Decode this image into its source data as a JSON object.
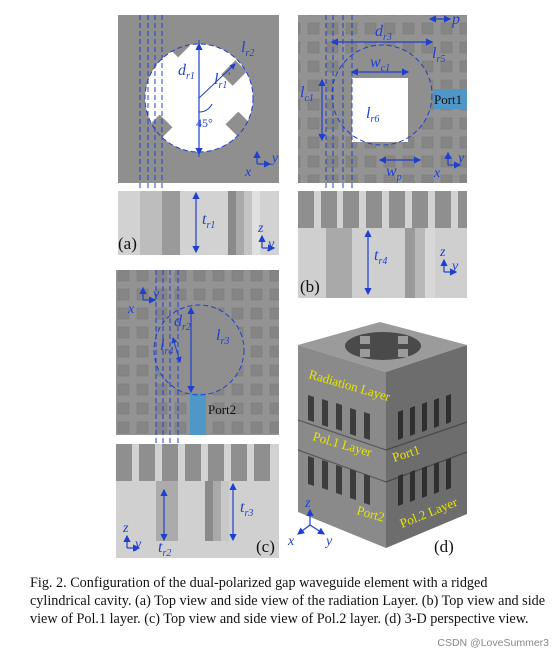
{
  "panels": {
    "a": {
      "label": "(a)",
      "dims": {
        "d": "d",
        "d_sub": "r1",
        "l_main": "l",
        "l_main_sub": "r2",
        "l_small": "l",
        "l_small_sub": "r1",
        "prime": "'",
        "angle": "45°",
        "t": "t",
        "t_sub": "r1"
      },
      "axes": {
        "x": "x",
        "y": "y",
        "z": "z",
        "y2": "y"
      }
    },
    "b": {
      "label": "(b)",
      "dims": {
        "d": "d",
        "d_sub": "r3",
        "p": "p",
        "l_r5": "l",
        "l_r5_sub": "r5",
        "w_c1": "w",
        "w_c1_sub": "c1",
        "l_c1": "l",
        "l_c1_sub": "c1",
        "l_r6": "l",
        "l_r6_sub": "r6",
        "w_p": "w",
        "w_p_sub": "p",
        "t": "t",
        "t_sub": "r4"
      },
      "port": "Port1",
      "axes": {
        "x": "x",
        "y": "y",
        "z": "z",
        "y2": "y"
      }
    },
    "c": {
      "label": "(c)",
      "dims": {
        "d": "d",
        "d_sub": "r2",
        "l_r3": "l",
        "l_r3_sub": "r3",
        "l_r4": "l",
        "l_r4_sub": "r4",
        "t": "t",
        "t_sub": "r3",
        "t2": "t",
        "t2_sub": "r2"
      },
      "port": "Port2",
      "axes": {
        "x": "x",
        "y": "y",
        "z": "z",
        "y2": "y"
      }
    },
    "d": {
      "label": "(d)",
      "layers": {
        "radiation": "Radiation Layer",
        "pol1": "Pol.1 Layer",
        "port1": "Port1",
        "port2": "Port2",
        "pol2": "Pol.2 Layer"
      },
      "axes": {
        "x": "x",
        "y": "y",
        "z": "z"
      }
    }
  },
  "caption": "Fig. 2.   Configuration of the dual-polarized gap waveguide element with a ridged cylindrical cavity. (a) Top view and side view of the radiation Layer. (b) Top view and side view of Pol.1 layer. (c) Top view and side view of Pol.2 layer. (d) 3-D perspective view.",
  "watermark": "CSDN @LoveSummer3",
  "colors": {
    "metal": "#8c8c8c",
    "metal_light": "#b9b9b9",
    "metal_dark": "#5a5a5a",
    "dimension": "#1f3fd0",
    "port": "#4f97c7",
    "label_3d": "#e6e600"
  }
}
